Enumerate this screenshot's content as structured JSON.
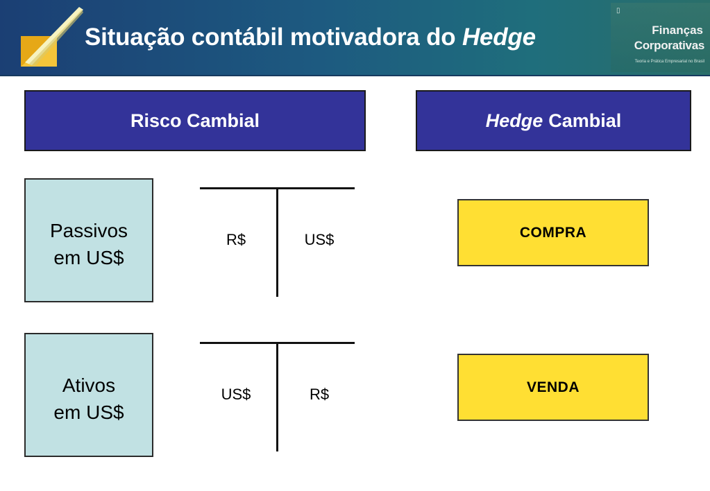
{
  "header": {
    "title_prefix": "Situação contábil motivadora do",
    "title_emphasis": "Hedge",
    "brand": {
      "line1": "Finanças",
      "line2": "Corporativas",
      "tagline": "Teoria e Prática Empresarial no Brasil"
    }
  },
  "left_header": {
    "label": "Risco Cambial"
  },
  "right_header": {
    "emphasis": "Hedge",
    "label": "Cambial"
  },
  "rows": [
    {
      "box_line1": "Passivos",
      "box_line2": "em US$",
      "t_left": "R$",
      "t_right": "US$",
      "action": "COMPRA"
    },
    {
      "box_line1": "Ativos",
      "box_line2": "em US$",
      "t_left": "US$",
      "t_right": "R$",
      "action": "VENDA"
    }
  ],
  "colors": {
    "header_bg": "#1d5a80",
    "header_box": "#333399",
    "cyan_box": "#c1e1e3",
    "yellow_box": "#ffdf33",
    "logo_yellow": "#f5c53a"
  }
}
